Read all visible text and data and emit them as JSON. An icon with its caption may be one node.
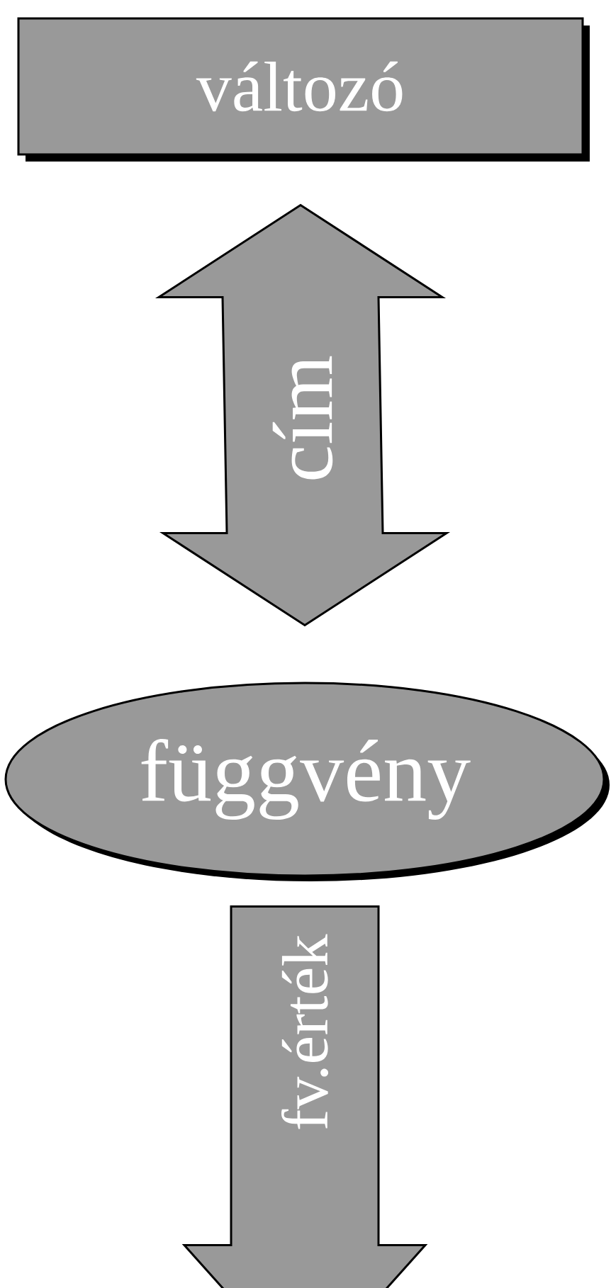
{
  "diagram": {
    "nodes": [
      {
        "text": [
          "változó"
        ]
      },
      {
        "text": [
          "függvény"
        ]
      }
    ],
    "edges": [
      {
        "from": 0,
        "to": 1,
        "arrow": "both",
        "label": "cím"
      },
      {
        "from": 1,
        "to": null,
        "arrow": "to",
        "label": "fv.érték"
      }
    ]
  }
}
